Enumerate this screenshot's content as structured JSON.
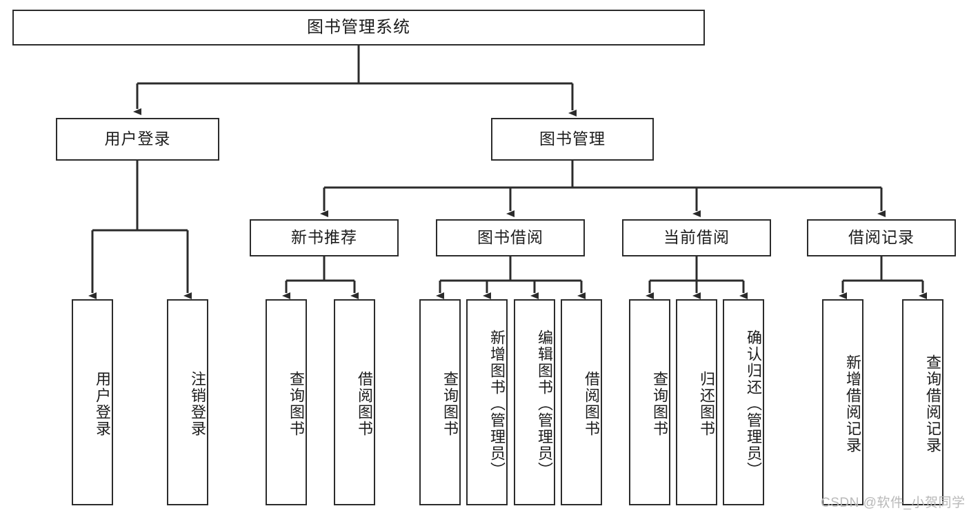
{
  "diagram": {
    "type": "tree",
    "title": "图书管理系统",
    "orientation": "top-down",
    "levels": 4,
    "colors": {
      "box_border": "#2b2b2b",
      "box_fill": "#ffffff",
      "link": "#2b2b2b",
      "text": "#1c1c1c",
      "watermark": "#b9b9b9",
      "background": "#ffffff"
    }
  },
  "nodes": {
    "root": {
      "label": "图书管理系统"
    },
    "level2": [
      {
        "id": "user-login",
        "label": "用户登录"
      },
      {
        "id": "book-manage",
        "label": "图书管理"
      }
    ],
    "level3": [
      {
        "id": "new-book-recommend",
        "label": "新书推荐"
      },
      {
        "id": "book-borrow",
        "label": "图书借阅"
      },
      {
        "id": "current-borrow",
        "label": "当前借阅"
      },
      {
        "id": "borrow-record",
        "label": "借阅记录"
      }
    ],
    "leaves": {
      "user-login": [
        {
          "id": "leaf-user-login",
          "label": "用户登录"
        },
        {
          "id": "leaf-logout-login",
          "label": "注销登录"
        }
      ],
      "new-book-recommend": [
        {
          "id": "leaf-query-book-1",
          "label": "查询图书"
        },
        {
          "id": "leaf-borrow-book-1",
          "label": "借阅图书"
        }
      ],
      "book-borrow": [
        {
          "id": "leaf-query-book-2",
          "label": "查询图书"
        },
        {
          "id": "leaf-add-book-admin",
          "label": "新增图书（管理员）"
        },
        {
          "id": "leaf-edit-book-admin",
          "label": "编辑图书（管理员）"
        },
        {
          "id": "leaf-borrow-book-2",
          "label": "借阅图书"
        }
      ],
      "current-borrow": [
        {
          "id": "leaf-query-book-3",
          "label": "查询图书"
        },
        {
          "id": "leaf-return-book",
          "label": "归还图书"
        },
        {
          "id": "leaf-confirm-return-admin",
          "label": "确认归还（管理员）"
        }
      ],
      "borrow-record": [
        {
          "id": "leaf-add-borrow-record",
          "label": "新增借阅记录"
        },
        {
          "id": "leaf-query-borrow-record",
          "label": "查询借阅记录"
        }
      ]
    }
  },
  "watermark": {
    "text": "CSDN @软件_小贺同学"
  }
}
